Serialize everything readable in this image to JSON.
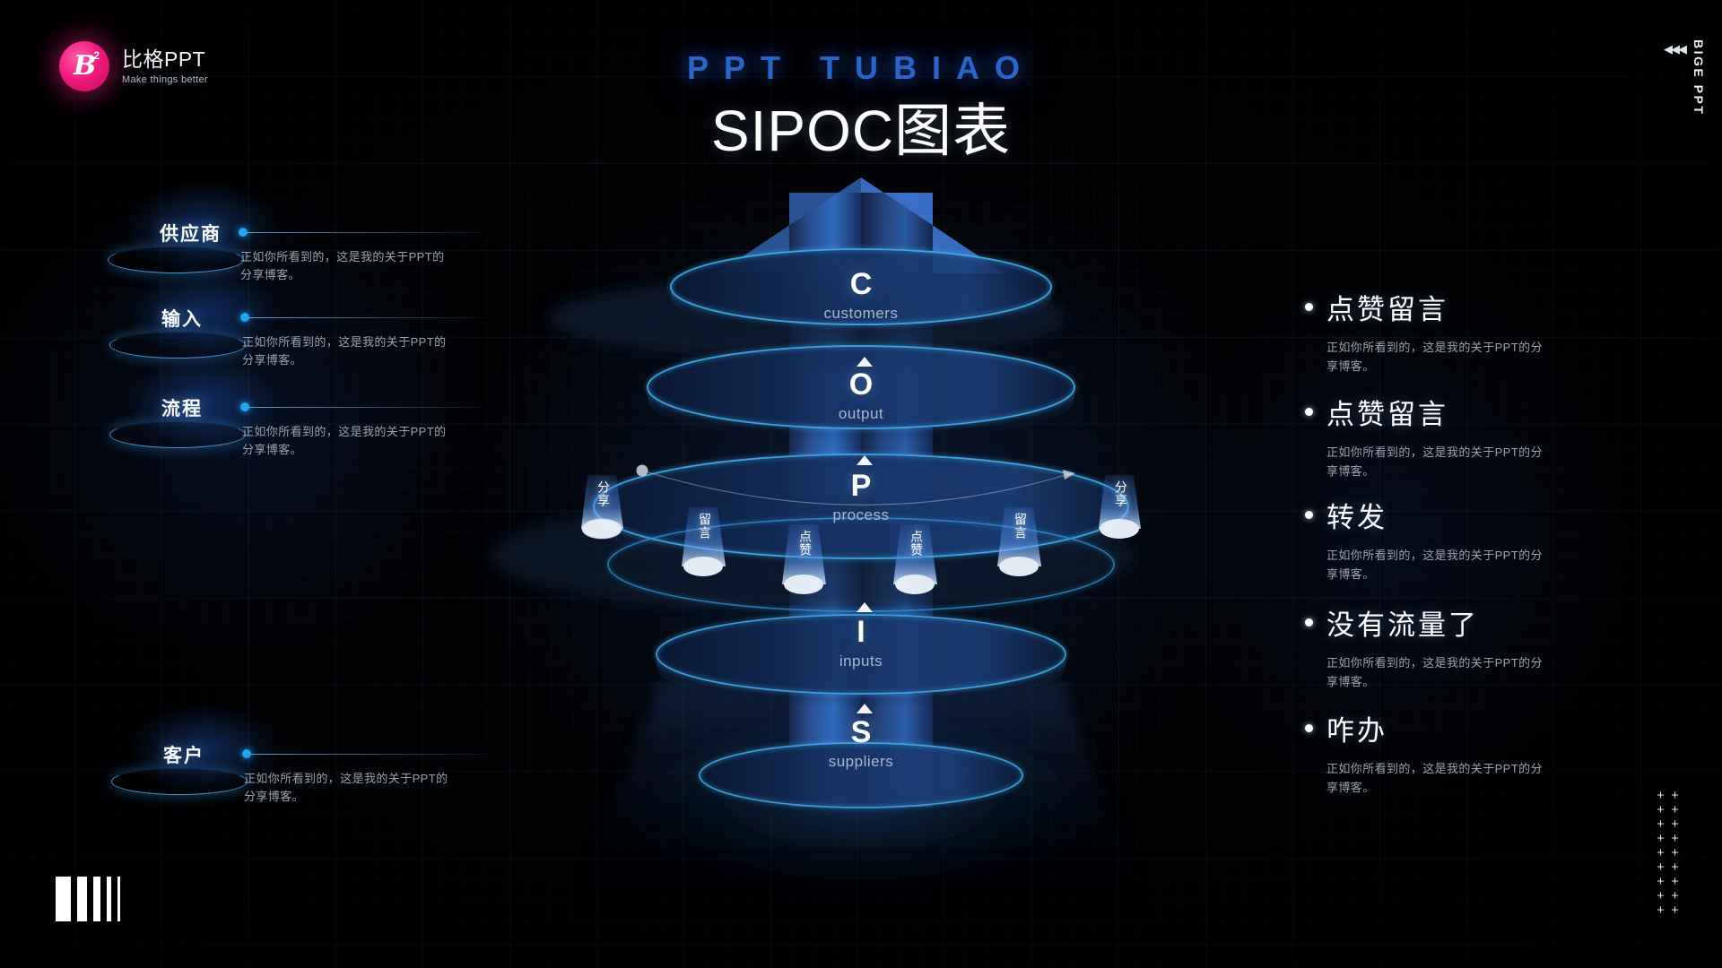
{
  "brand": {
    "logo_name": "比格PPT",
    "logo_tagline": "Make things better",
    "logo_letter": "B",
    "logo_superscript": "2",
    "edge_arrows": "◀◀◀",
    "edge_label": "BIGE PPT"
  },
  "header": {
    "subtitle": "PPT TUBIAO",
    "title": "SIPOC图表"
  },
  "body_text": "正如你所看到的，这是我的关于PPT的分享博客。",
  "left_items": [
    {
      "label": "供应商",
      "body": "正如你所看到的，这是我的关于PPT的分享博客。"
    },
    {
      "label": "输入",
      "body": "正如你所看到的，这是我的关于PPT的分享博客。"
    },
    {
      "label": "流程",
      "body": "正如你所看到的，这是我的关于PPT的分享博客。"
    },
    {
      "label": "客户",
      "body": "正如你所看到的，这是我的关于PPT的分享博客。"
    }
  ],
  "funnel_tiers": [
    {
      "letter": "C",
      "sub": "customers"
    },
    {
      "letter": "O",
      "sub": "output"
    },
    {
      "letter": "P",
      "sub": "process"
    },
    {
      "letter": "I",
      "sub": "inputs"
    },
    {
      "letter": "S",
      "sub": "suppliers"
    }
  ],
  "spotlights": [
    {
      "label": "分享"
    },
    {
      "label": "留言"
    },
    {
      "label": "点赞"
    },
    {
      "label": "点赞"
    },
    {
      "label": "留言"
    },
    {
      "label": "分享"
    }
  ],
  "right_items": [
    {
      "title": "点赞留言",
      "body": "正如你所看到的，这是我的关于PPT的分享博客。"
    },
    {
      "title": "点赞留言",
      "body": "正如你所看到的，这是我的关于PPT的分享博客。"
    },
    {
      "title": "转发",
      "body": "正如你所看到的，这是我的关于PPT的分享博客。"
    },
    {
      "title": "没有流量了",
      "body": "正如你所看到的，这是我的关于PPT的分享博客。"
    },
    {
      "title": "咋办",
      "body": "正如你所看到的，这是我的关于PPT的分享博客。"
    }
  ],
  "decor": {
    "plus_symbol": "+",
    "plus_count": 18
  },
  "colors": {
    "accent_blue": "#1fa8ef",
    "title_blue": "#2b63c9",
    "brand_pink": "#f0197d",
    "background": "#010204"
  }
}
